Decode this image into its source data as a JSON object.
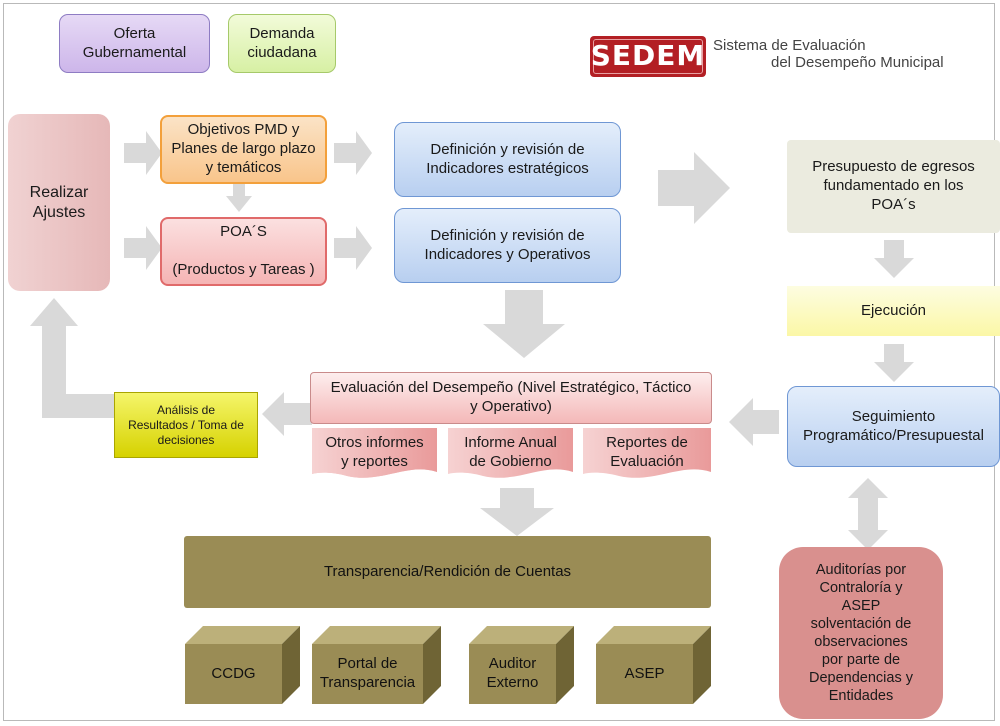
{
  "header": {
    "oferta": "Oferta\nGubernamental",
    "demanda": "Demanda\nciudadana",
    "logo_word": "SEDEM",
    "logo_sub1": "Sistema de Evaluación",
    "logo_sub2": "del Desempeño Municipal"
  },
  "boxes": {
    "realizar": "Realizar\nAjustes",
    "objetivos": "Objetivos PMD y\nPlanes de largo plazo\ny temáticos",
    "poas": "POA´S\n\n(Productos y Tareas )",
    "def_estrategicos": "Definición y revisión de\nIndicadores estratégicos",
    "def_operativos": "Definición y revisión de\nIndicadores y Operativos",
    "presupuesto": "Presupuesto de egresos\nfundamentado en los\nPOA´s",
    "ejecucion": "Ejecución",
    "seguimiento": "Seguimiento\nProgramático/Presupuestal",
    "evaluacion": "Evaluación del Desempeño (Nivel Estratégico, Táctico\ny Operativo)",
    "analisis": "Análisis de\nResultados / Toma de\ndecisiones",
    "transparencia": "Transparencia/Rendición de Cuentas",
    "auditorias": "Auditorías por\nContraloría y\nASEP\nsolventación de\nobservaciones\npor parte de\nDependencias y\nEntidades"
  },
  "documents": [
    "Otros informes\ny reportes",
    "Informe Anual\nde Gobierno",
    "Reportes de\nEvaluación"
  ],
  "cubes": [
    "CCDG",
    "Portal de\nTransparencia",
    "Auditor\nExterno",
    "ASEP"
  ],
  "colors": {
    "arrow": "#d9d9d9",
    "olive": "#9a8c55",
    "logo_red": "#b31f24"
  }
}
